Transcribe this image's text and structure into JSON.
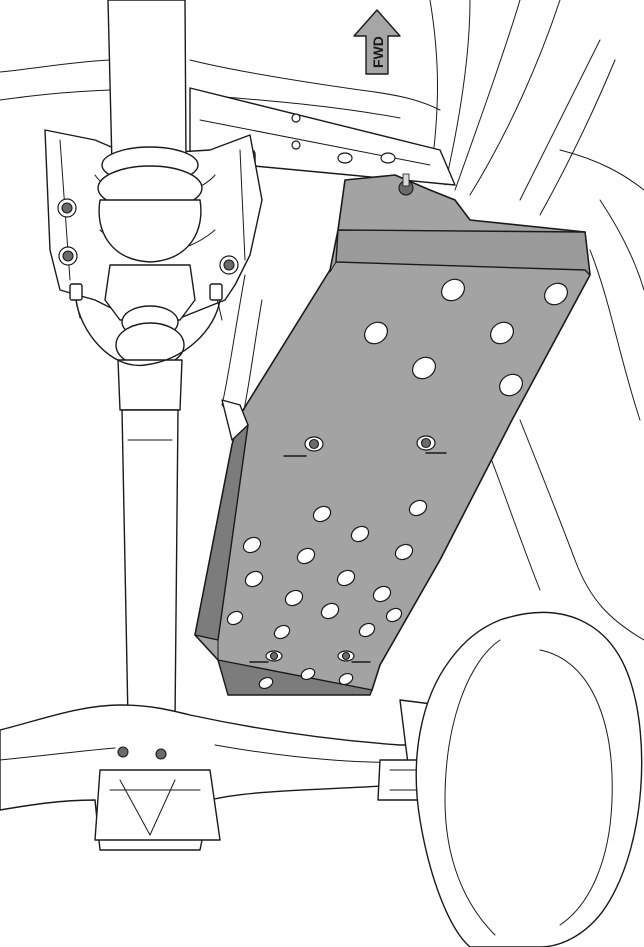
{
  "diagram": {
    "direction_label": "FWD",
    "colors": {
      "skid_plate": "#a3a3a3",
      "skid_plate_edge": "#7c7c7c",
      "line": "#1a1a1a",
      "background": "#ffffff"
    },
    "parts": [
      "fwd-arrow-icon",
      "skid-plate",
      "drive-shaft",
      "rear-axle",
      "rear-wheel",
      "frame-rail",
      "mounting-bolts"
    ]
  }
}
